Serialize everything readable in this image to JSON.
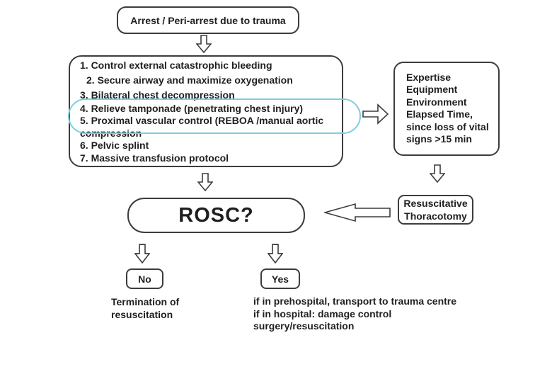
{
  "colors": {
    "highlight_ellipse": "#7ccfdd",
    "line": "#3c3c3c",
    "text": "#1f1f1f"
  },
  "nodes": {
    "start": "Arrest / Peri-arrest due to trauma",
    "interventions_lines": [
      "1. Control external catastrophic bleeding",
      "2. Secure airway and maximize oxygenation",
      "3. Bilateral chest decompression",
      "4. Relieve tamponade (penetrating chest injury)",
      "5. Proximal vascular control (REBOA /manual aortic",
      "compression",
      "6. Pelvic splint",
      "7. Massive transfusion protocol"
    ],
    "considerations_lines": [
      "Expertise",
      "Equipment",
      "Environment",
      "Elapsed Time,",
      "since loss of vital",
      "signs >15 min"
    ],
    "thoracotomy_lines": [
      "Resuscitative",
      "Thoracotomy"
    ],
    "rosc": "ROSC?",
    "no_label": "No",
    "yes_label": "Yes",
    "no_outcome_lines": [
      "Termination of",
      "resuscitation"
    ],
    "yes_outcome_lines": [
      "if in prehospital, transport to trauma centre",
      "if in hospital: damage control",
      "surgery/resuscitation"
    ]
  },
  "icons": {
    "down_arrow": "hollow-block-arrow-down",
    "right_arrow": "hollow-block-arrow-right",
    "left_arrow": "hollow-block-arrow-left"
  }
}
